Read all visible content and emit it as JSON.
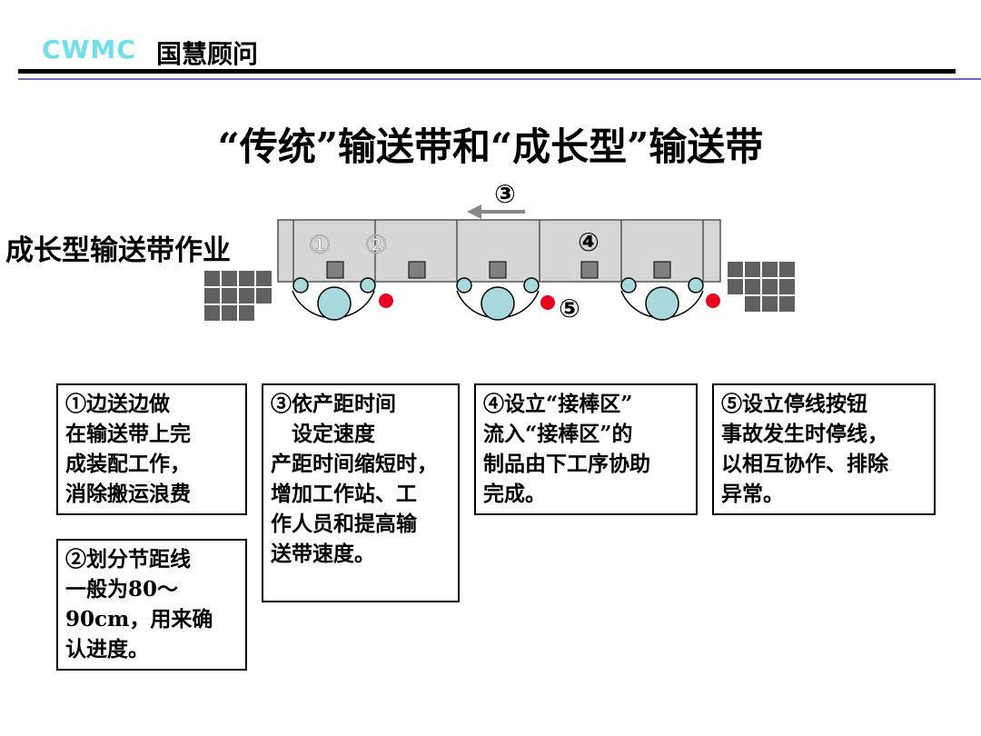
{
  "header": {
    "logo": "CWMC",
    "company": "国慧顾问"
  },
  "title": "“传统”输送带和“成长型”输送带",
  "diagram": {
    "label": "成长型输送带作业",
    "markers": {
      "m1": "①",
      "m2": "②",
      "m3": "③",
      "m4": "④",
      "m5": "⑤"
    }
  },
  "boxes": [
    {
      "id": "1",
      "text": "①边送边做\n在输送带上完\n成装配工作，\n消除搬运浪费"
    },
    {
      "id": "2",
      "text": "②划分节距线\n一般为80～\n90cm，用来确\n认进度。"
    },
    {
      "id": "3",
      "text": "③依产距时间\n　设定速度\n产距时间缩短时，\n增加工作站、工\n作人员和提高输\n送带速度。"
    },
    {
      "id": "4",
      "text": "④设立“接棒区”\n流入“接棒区”的\n制品由下工序协助\n完成。"
    },
    {
      "id": "5",
      "text": "⑤设立停线按钮\n事故发生时停线，\n以相互协作、排除\n异常。"
    }
  ],
  "colors": {
    "belt": "#d6d6d6",
    "worker": "#a9d8dc",
    "button": "#e8001c",
    "product": "#808080"
  }
}
